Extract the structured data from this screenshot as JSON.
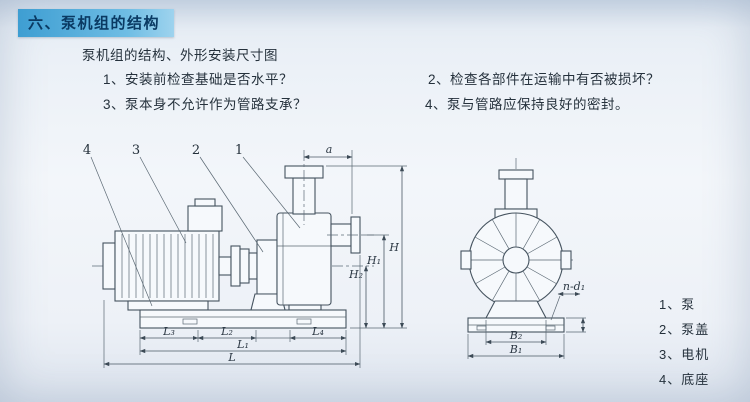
{
  "header": {
    "title": "六、泵机组的结构",
    "subtitle": "泵机组的结构、外形安装尺寸图"
  },
  "notes": {
    "items": [
      "1、安装前检查基础是否水平？",
      "2、检查各部件在运输中有否被损坏？",
      "3、泵本身不允许作为管路支承？",
      "4、泵与管路应保持良好的密封。"
    ]
  },
  "diagram": {
    "callouts": [
      "4",
      "3",
      "2",
      "1"
    ],
    "dims": {
      "a": "a",
      "h": "H",
      "h1": "H₁",
      "h2": "H₂",
      "l": "L",
      "l1": "L₁",
      "l2": "L₂",
      "l3": "L₃",
      "l4": "L₄",
      "b1": "B₁",
      "b2": "B₂",
      "nd1": "n-d₁"
    },
    "legend": [
      "1、泵",
      "2、泵盖",
      "3、电机",
      "4、底座"
    ]
  },
  "colors": {
    "accent_blue": "#4da0d4",
    "ink": "#25313c",
    "line": "#45535f"
  }
}
